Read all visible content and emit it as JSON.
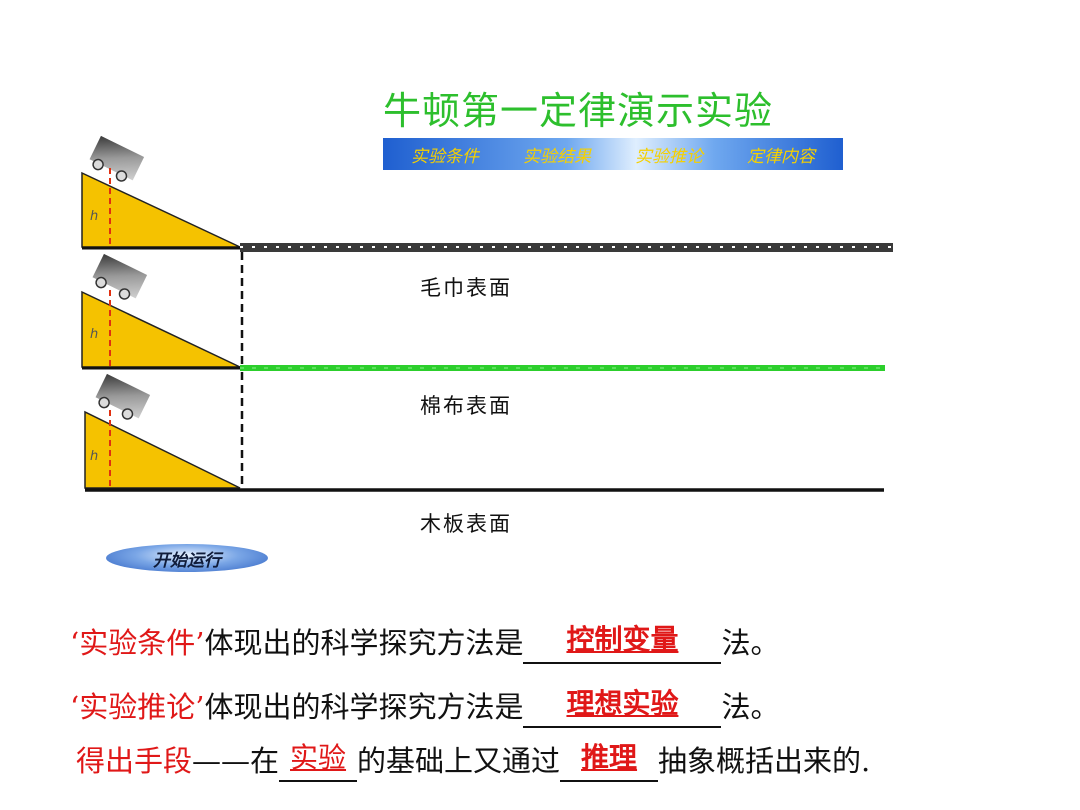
{
  "slide": {
    "title": "牛顿第一定律演示实验",
    "tabs": [
      "实验条件",
      "实验结果",
      "实验推论",
      "定律内容"
    ],
    "height_label": "h",
    "surfaces": [
      "毛巾表面",
      "棉布表面",
      "木板表面"
    ],
    "start_button": "开始运行"
  },
  "questions": {
    "q1": {
      "term": "‘实验条件’",
      "text": "体现出的科学探究方法是",
      "answer": "控制变量",
      "suffix": "法。"
    },
    "q2": {
      "term": "‘实验推论’",
      "text": "体现出的科学探究方法是",
      "answer": "理想实验",
      "suffix": "法。"
    },
    "q3": {
      "term": "得出手段",
      "dash": "——在",
      "answer1": "实验",
      "mid": "的基础上又通过",
      "answer2": "推理",
      "suffix": "抽象概括出来的."
    }
  },
  "colors": {
    "title": "#2dbf2d",
    "tab_text": "#f5d000",
    "answer": "#e01818",
    "ramp": "#f5c200",
    "cotton_line": "#2ccf2c"
  }
}
